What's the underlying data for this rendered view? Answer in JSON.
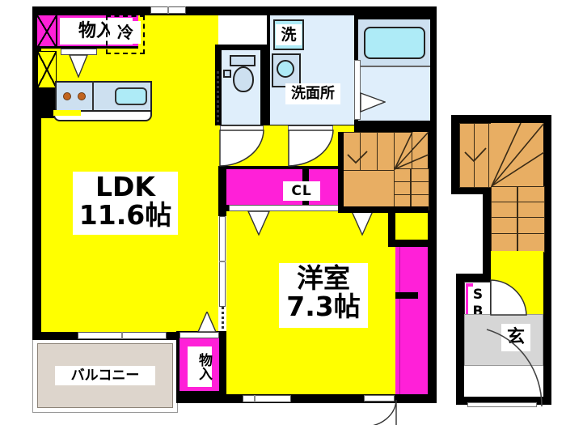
{
  "plan": {
    "type": "japanese-apartment-floorplan",
    "rooms": [
      {
        "id": "ldk",
        "label": "LDK",
        "size": "11.6帖",
        "color": "#FFFF00"
      },
      {
        "id": "western",
        "label": "洋室",
        "size": "7.3帖",
        "color": "#FFFF00"
      },
      {
        "id": "washroom",
        "label": "洗面所",
        "size": "",
        "color": "#DFEEFB"
      },
      {
        "id": "balcony",
        "label": "バルコニー",
        "size": "",
        "color": "#DDD5CC"
      },
      {
        "id": "entrance",
        "label": "玄",
        "size": "",
        "color": "#D6D6D6"
      }
    ],
    "labels": {
      "ldk_name": "LDK",
      "ldk_area": "11.6帖",
      "western_name": "洋室",
      "western_area": "7.3帖",
      "washroom": "洗面所",
      "balcony": "バルコニー",
      "closet_top": "物入",
      "closet_bottom": "物入",
      "closet_cl": "CL",
      "fridge": "冷",
      "washer": "洗",
      "shoebox": "SB",
      "entrance": "玄"
    },
    "colors": {
      "floor_yellow": "#FFFF00",
      "closet_pink": "#FF20D8",
      "stairs_wood": "#E8AE63",
      "bath_blue": "#DFEEFB",
      "tub_blue": "#AEEBF7",
      "balcony_beige": "#DDD5CC",
      "entrance_gray": "#D6D6D6",
      "wall_black": "#000000",
      "counter_blue": "#CDE0F0"
    },
    "fixtures": [
      {
        "name": "kitchen-sink",
        "label": ""
      },
      {
        "name": "stove-burners",
        "label": ""
      },
      {
        "name": "refrigerator-space",
        "label": "冷"
      },
      {
        "name": "washing-machine-space",
        "label": "洗"
      },
      {
        "name": "toilet",
        "label": ""
      },
      {
        "name": "bathtub",
        "label": ""
      },
      {
        "name": "wash-basin",
        "label": ""
      },
      {
        "name": "stairs-upper",
        "label": ""
      },
      {
        "name": "stairs-lower",
        "label": ""
      },
      {
        "name": "shoe-box",
        "label": "SB"
      }
    ]
  }
}
